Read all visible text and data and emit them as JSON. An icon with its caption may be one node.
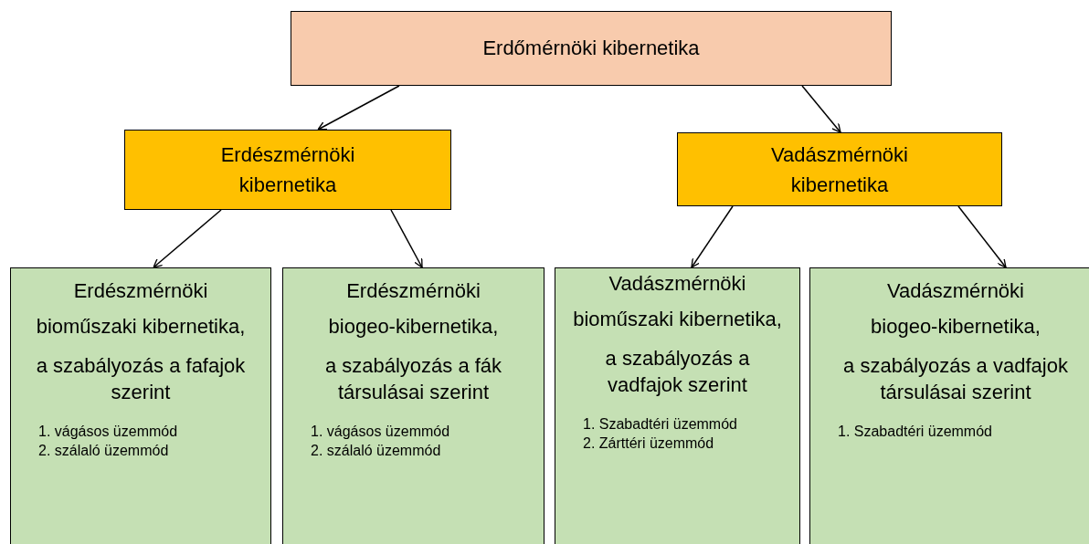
{
  "diagram": {
    "nodes": [
      {
        "text": [
          "Erdőmérnöki kibernetika"
        ]
      },
      {
        "text": [
          "Erdészmérnöki kibernetika"
        ]
      },
      {
        "text": [
          "Vadászmérnöki kibernetika"
        ]
      },
      {
        "text": [
          "Erdészmérnöki",
          "bioműszaki kibernetika,",
          "a szabályozás a fafajok szerint",
          "1. vágásos üzemmód",
          "2. szálaló üzemmód"
        ]
      },
      {
        "text": [
          "Erdészmérnöki",
          "biogeo-kibernetika,",
          "a szabályozás a fák társulásai szerint",
          "1. vágásos üzemmód",
          "2. szálaló üzemmód"
        ]
      },
      {
        "text": [
          "Vadászmérnöki",
          "bioműszaki kibernetika,",
          "a szabályozás a vadfajok szerint",
          "1. Szabadtéri üzemmód",
          "2. Zárttéri üzemmód"
        ]
      },
      {
        "text": [
          "Vadászmérnöki",
          "biogeo-kibernetika,",
          "a szabályozás a vadfajok társulásai szerint",
          "1. Szabadtéri üzemmód"
        ]
      }
    ],
    "edges": [
      {
        "from": 0,
        "to": 1,
        "arrow": "to"
      },
      {
        "from": 0,
        "to": 2,
        "arrow": "to"
      },
      {
        "from": 1,
        "to": 3,
        "arrow": "to"
      },
      {
        "from": 1,
        "to": 4,
        "arrow": "to"
      },
      {
        "from": 2,
        "to": 5,
        "arrow": "to"
      },
      {
        "from": 2,
        "to": 6,
        "arrow": "to"
      }
    ]
  }
}
